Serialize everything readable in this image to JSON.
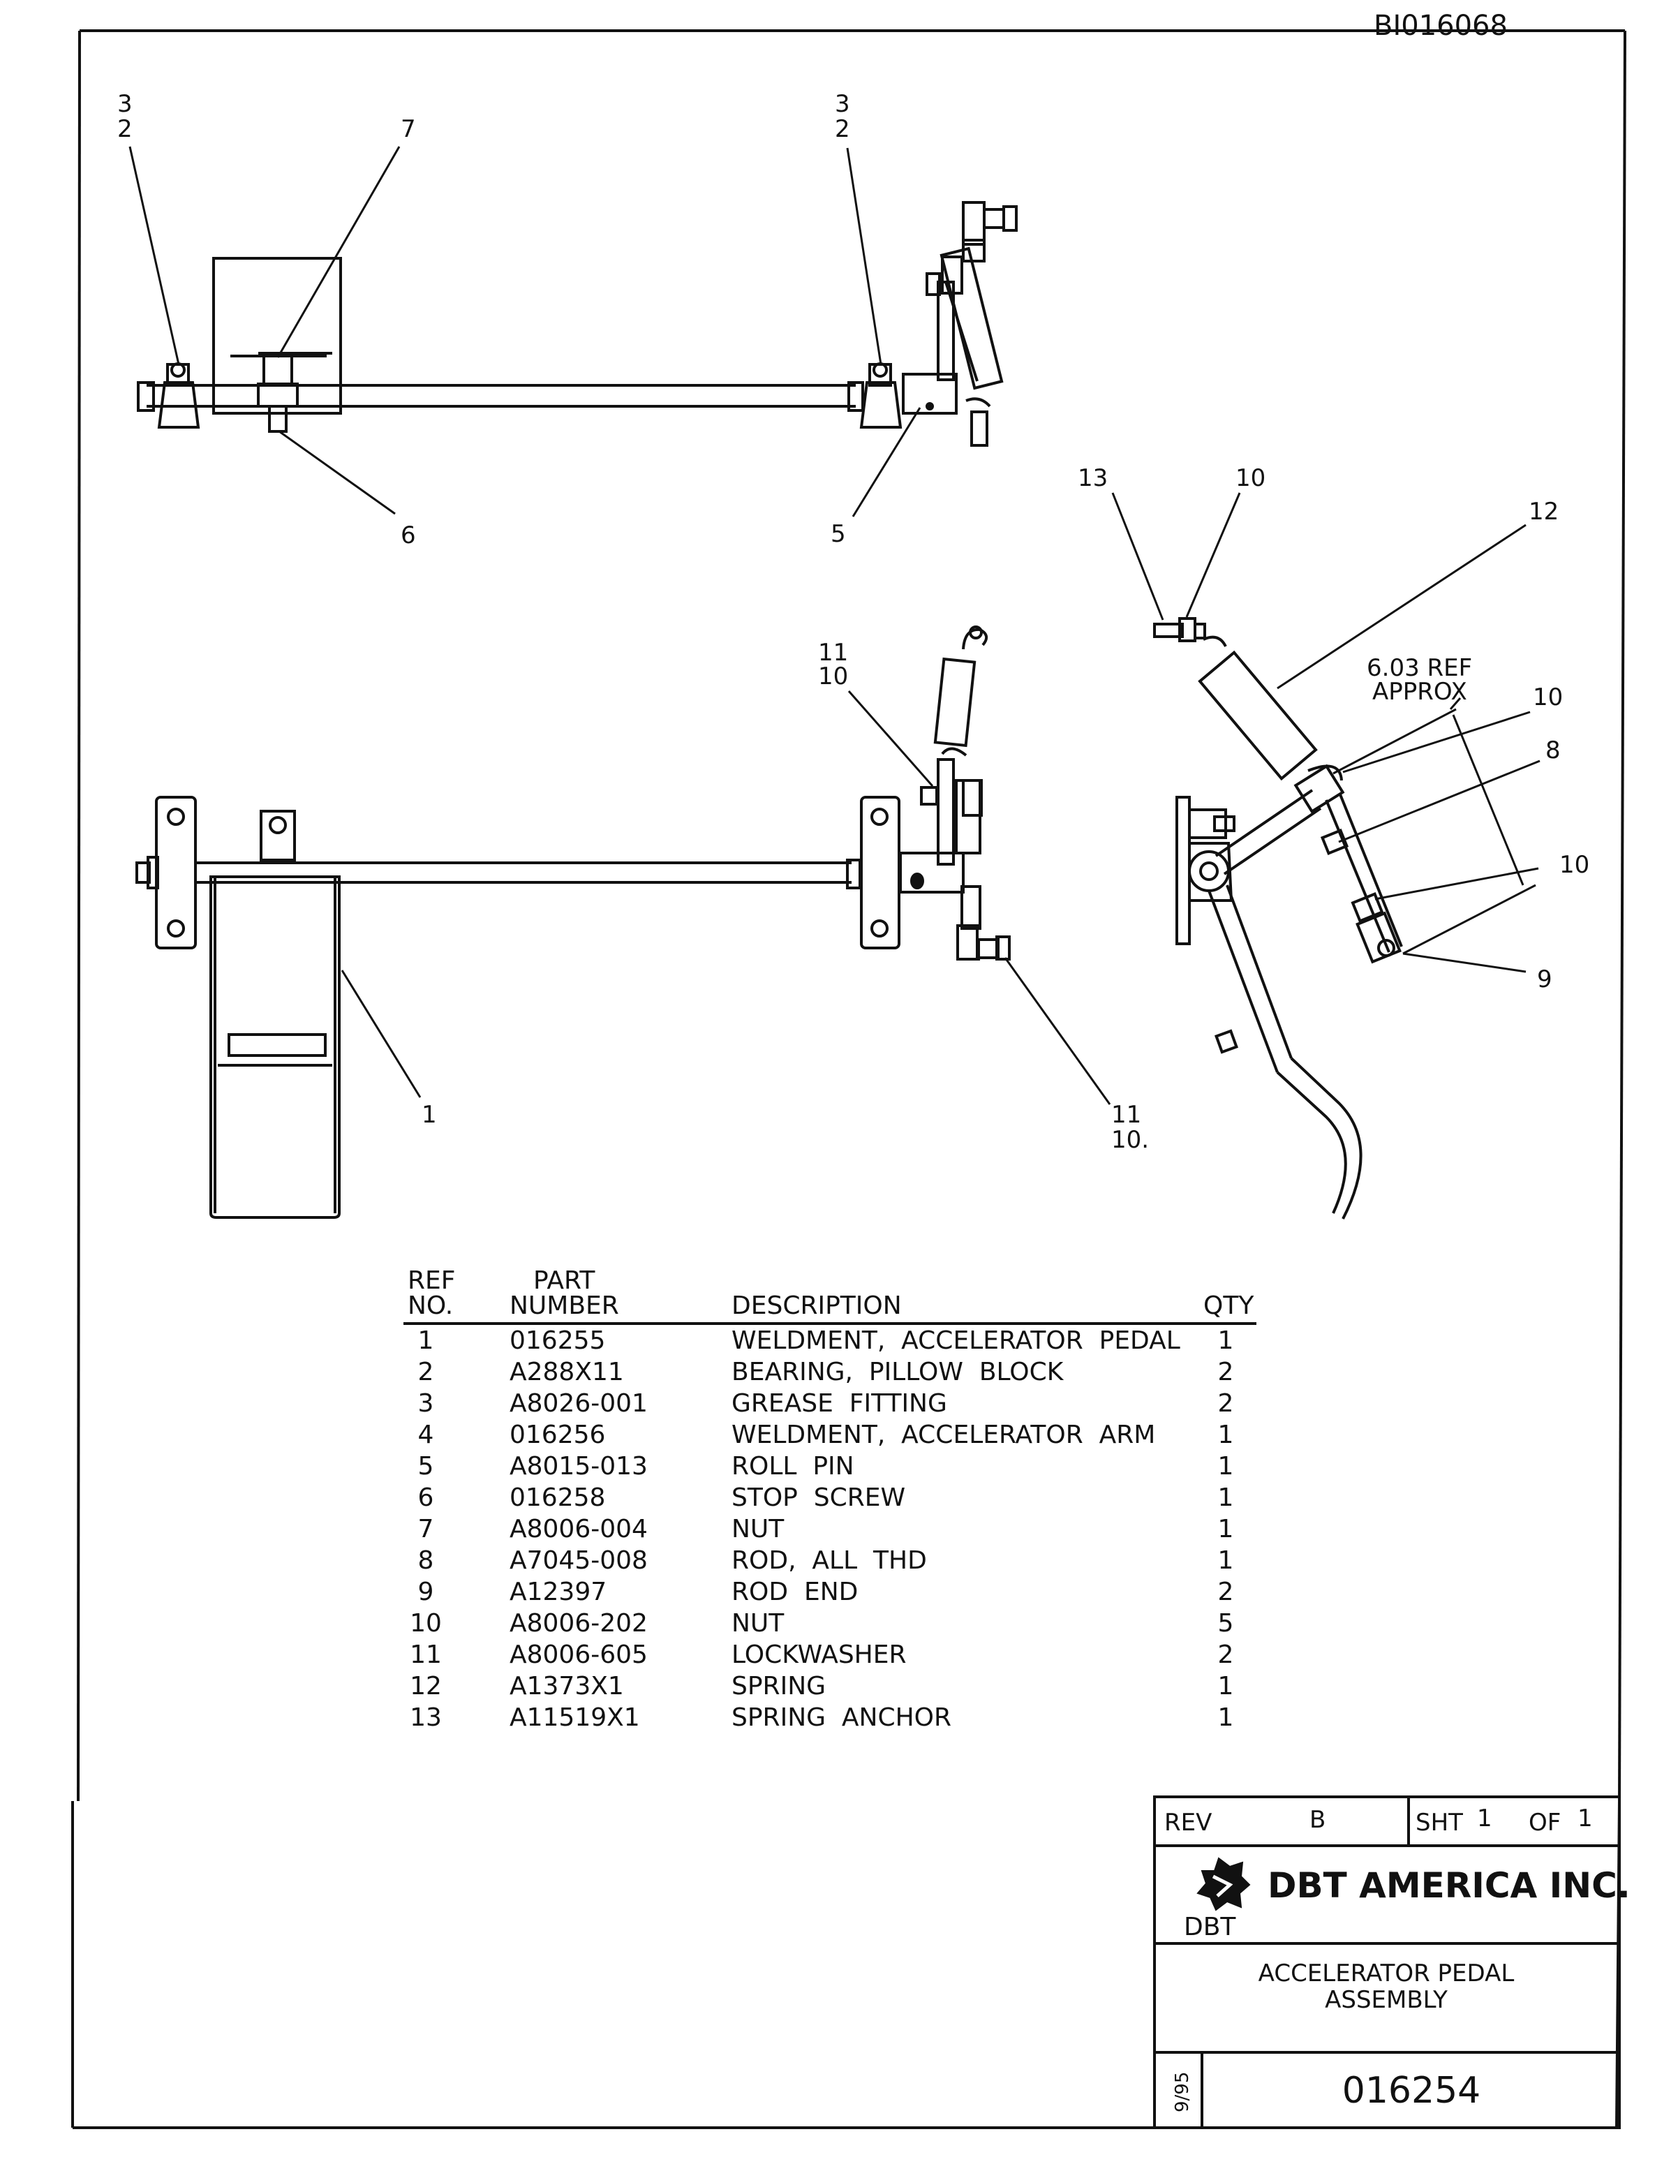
{
  "drawing_id": "BI016068",
  "views": {
    "top_view_callouts": {
      "left_bearing": "3\n2",
      "left_bearing_a": "3",
      "left_bearing_b": "2",
      "nut": "7",
      "stop_screw": "6",
      "right_bearing_a": "3",
      "right_bearing_b": "2",
      "roll_pin": "5"
    },
    "front_view_callouts": {
      "pedal": "1",
      "upper_nut_a": "11",
      "upper_nut_b": "10",
      "lower_nut_a": "11",
      "lower_nut_b": "10."
    },
    "side_view_callouts": {
      "anchor": "13",
      "anchor_nut": "10",
      "spring": "12",
      "dim_a": "6.03  REF",
      "dim_b": "APPROX",
      "nut_upper": "10",
      "rod": "8",
      "nut_lower": "10",
      "rod_end": "9"
    }
  },
  "parts_table": {
    "headers": {
      "ref_a": "REF",
      "ref_b": "NO.",
      "part_a": "PART",
      "part_b": "NUMBER",
      "description": "DESCRIPTION",
      "qty": "QTY"
    },
    "rows": [
      {
        "ref": "1",
        "part": "016255",
        "desc": "WELDMENT,  ACCELERATOR  PEDAL",
        "qty": "1"
      },
      {
        "ref": "2",
        "part": "A288X11",
        "desc": "BEARING,  PILLOW  BLOCK",
        "qty": "2"
      },
      {
        "ref": "3",
        "part": "A8026-001",
        "desc": "GREASE  FITTING",
        "qty": "2"
      },
      {
        "ref": "4",
        "part": "016256",
        "desc": "WELDMENT,  ACCELERATOR  ARM",
        "qty": "1"
      },
      {
        "ref": "5",
        "part": "A8015-013",
        "desc": "ROLL  PIN",
        "qty": "1"
      },
      {
        "ref": "6",
        "part": "016258",
        "desc": "STOP  SCREW",
        "qty": "1"
      },
      {
        "ref": "7",
        "part": "A8006-004",
        "desc": "NUT",
        "qty": "1"
      },
      {
        "ref": "8",
        "part": "A7045-008",
        "desc": "ROD,  ALL  THD",
        "qty": "1"
      },
      {
        "ref": "9",
        "part": "A12397",
        "desc": "ROD  END",
        "qty": "2"
      },
      {
        "ref": "10",
        "part": "A8006-202",
        "desc": "NUT",
        "qty": "5"
      },
      {
        "ref": "11",
        "part": "A8006-605",
        "desc": "LOCKWASHER",
        "qty": "2"
      },
      {
        "ref": "12",
        "part": "A1373X1",
        "desc": "SPRING",
        "qty": "1"
      },
      {
        "ref": "13",
        "part": "A11519X1",
        "desc": "SPRING  ANCHOR",
        "qty": "1"
      }
    ]
  },
  "title_block": {
    "rev_label": "REV",
    "rev_value": "B",
    "sht_label": "SHT",
    "sht_value": "1",
    "of_label": "OF",
    "of_value": "1",
    "company": "DBT AMERICA INC.",
    "logo_text": "DBT",
    "title_line1": "ACCELERATOR  PEDAL",
    "title_line2": "ASSEMBLY",
    "date": "9/95",
    "drawing_number": "016254"
  }
}
